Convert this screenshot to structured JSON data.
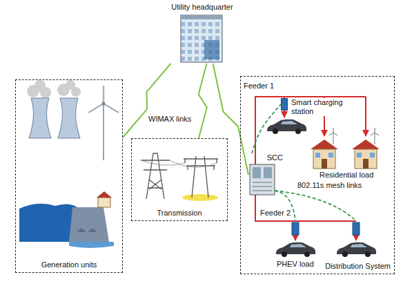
{
  "diagram": {
    "nodes": [
      {
        "text": [
          "Utility headquarter"
        ]
      },
      {
        "text": [
          "Generation units"
        ]
      },
      {
        "text": [
          "Transmission"
        ]
      },
      {
        "text": [
          "Distribution System"
        ]
      },
      {
        "text": [
          "SCC"
        ],
        "in": 3
      },
      {
        "text": [
          "Smart charging station"
        ],
        "in": 3
      }
    ],
    "edges": [
      {
        "from": 0,
        "to": 1,
        "arrow": "none"
      },
      {
        "from": 0,
        "to": 2,
        "arrow": "none"
      },
      {
        "from": 0,
        "to": 4,
        "arrow": "none"
      },
      {
        "from": 4,
        "to": 5,
        "arrow": "none"
      }
    ],
    "labels": [
      "WIMAX links",
      "Feeder 1",
      "Residential load",
      "802.11s mesh links",
      "Feeder 2",
      "PHEV load"
    ]
  }
}
